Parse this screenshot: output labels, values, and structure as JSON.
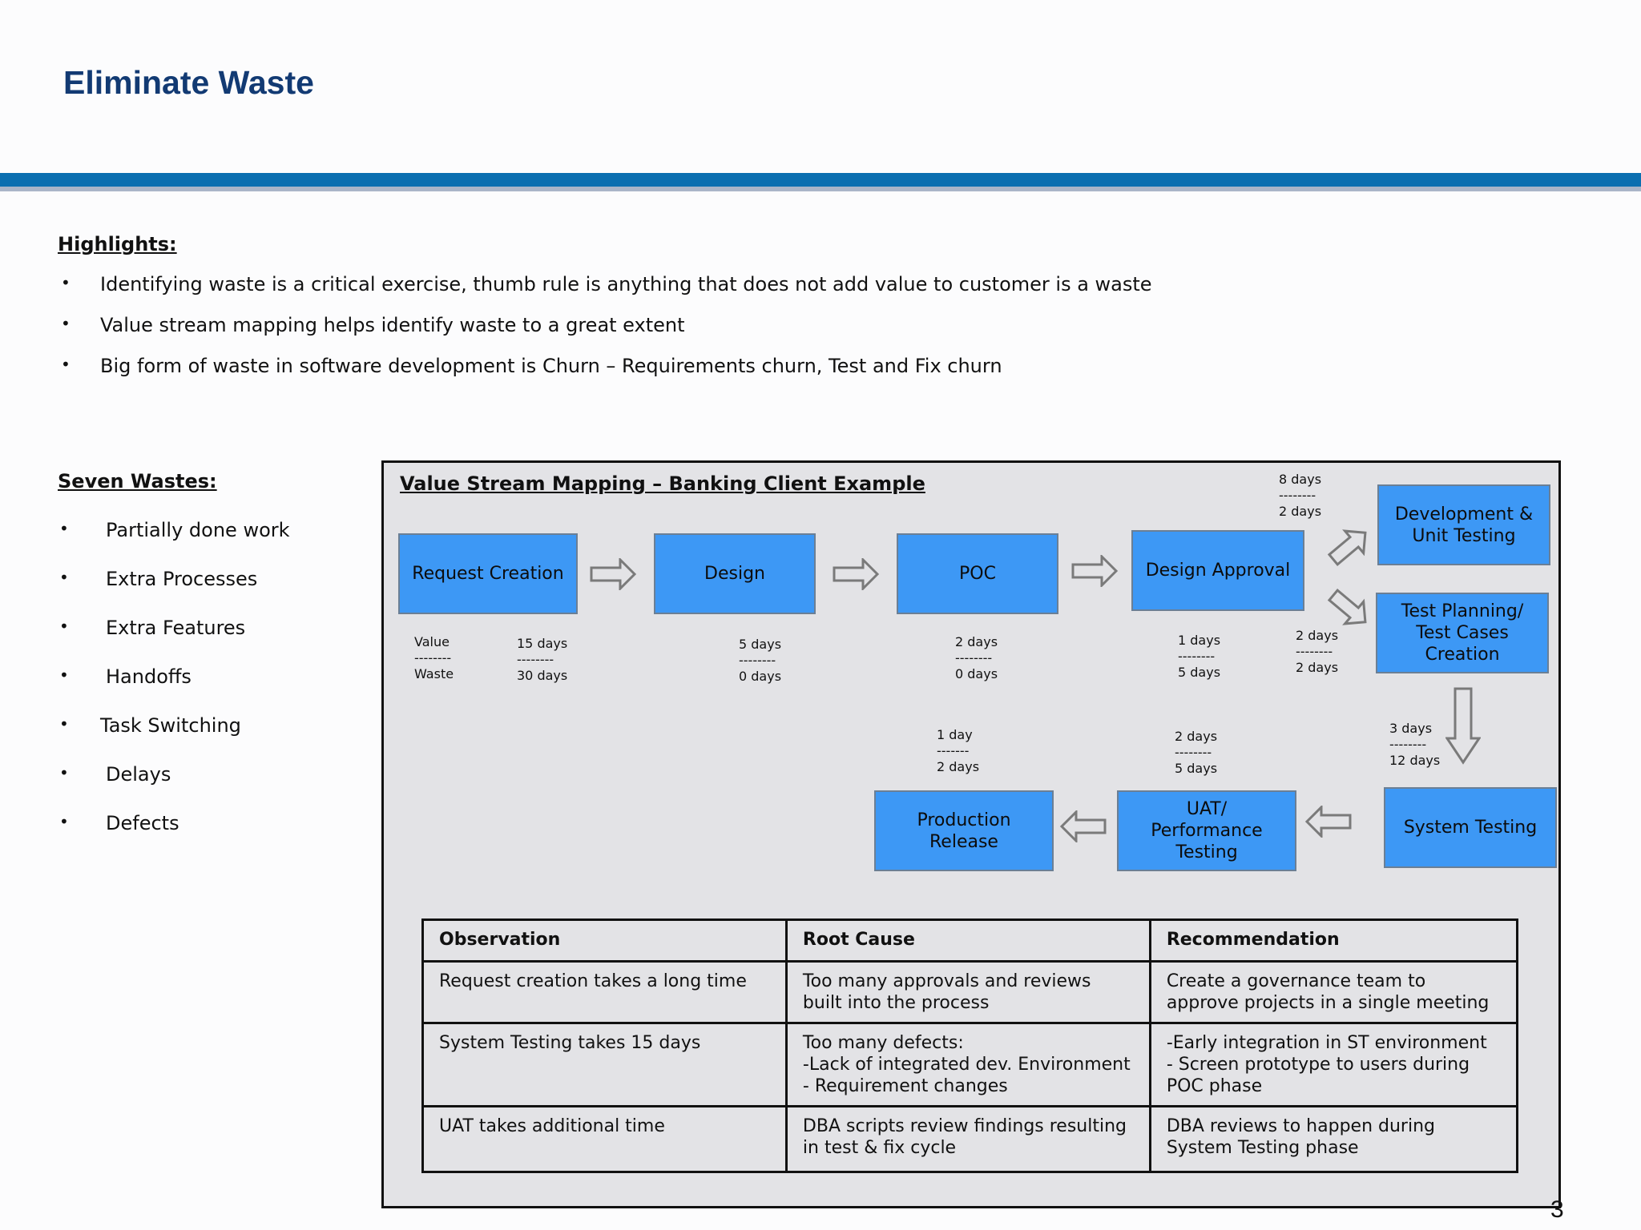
{
  "title": "Eliminate Waste",
  "highlights": {
    "heading": "Highlights:",
    "items": [
      "Identifying waste is a critical exercise, thumb rule is anything that does not add value to customer is a waste",
      "Value stream mapping helps identify waste to a great extent",
      "Big form of waste in software development is Churn – Requirements churn, Test and Fix churn"
    ]
  },
  "seven_wastes": {
    "heading": "Seven Wastes:",
    "items": [
      "Partially done work",
      "Extra Processes",
      "Extra Features",
      "Handoffs",
      "Task Switching",
      "Delays",
      "Defects"
    ]
  },
  "vsm": {
    "title": "Value Stream Mapping – Banking Client Example",
    "legend": {
      "value": "Value",
      "sep": "--------",
      "waste": "Waste"
    },
    "steps": {
      "request": {
        "label": "Request Creation",
        "value": "15 days",
        "sep": "--------",
        "waste": "30 days"
      },
      "design": {
        "label": "Design",
        "value": "5 days",
        "sep": "--------",
        "waste": "0 days"
      },
      "poc": {
        "label": "POC",
        "value": "2 days",
        "sep": "--------",
        "waste": "0 days"
      },
      "approval": {
        "label": "Design Approval",
        "value": "1 days",
        "sep": "--------",
        "waste": "5 days"
      },
      "dev": {
        "label1": "Development &",
        "label2": "Unit Testing",
        "value": "8 days",
        "sep": "--------",
        "waste": "2 days"
      },
      "testplan": {
        "label1": "Test Planning/",
        "label2": "Test Cases Creation",
        "value": "2 days",
        "sep": "--------",
        "waste": "2 days"
      },
      "system": {
        "label": "System Testing",
        "value": "3 days",
        "sep": "--------",
        "waste": "12 days"
      },
      "uat": {
        "label1": "UAT/",
        "label2": "Performance Testing",
        "value": "2 days",
        "sep": "--------",
        "waste": "5 days"
      },
      "prod": {
        "label1": "Production",
        "label2": "Release",
        "value": "1 day",
        "sep": "-------",
        "waste": "2 days"
      }
    }
  },
  "table": {
    "headers": [
      "Observation",
      "Root Cause",
      "Recommendation"
    ],
    "rows": [
      [
        "Request creation takes a long time",
        "Too many approvals and reviews built into the process",
        "Create a governance team to approve projects in a single meeting"
      ],
      [
        "System Testing takes 15 days",
        "Too many defects:\n-Lack of integrated dev. Environment\n- Requirement changes",
        "-Early integration in ST environment\n- Screen prototype to users during POC phase"
      ],
      [
        "UAT takes additional time",
        "DBA scripts review findings resulting in test & fix cycle",
        "DBA reviews to happen during System Testing phase"
      ]
    ]
  },
  "page_number": "3"
}
